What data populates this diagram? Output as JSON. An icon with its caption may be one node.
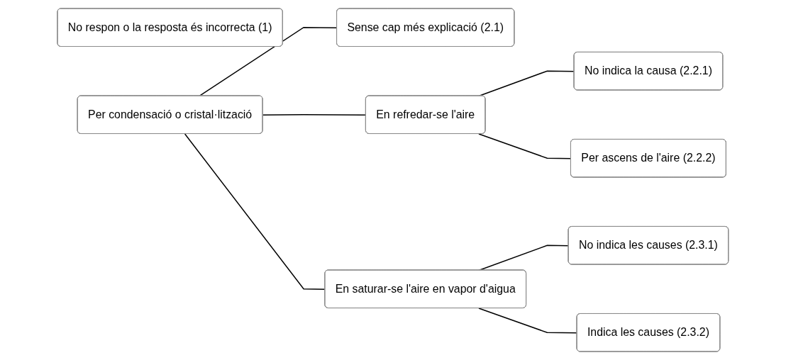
{
  "diagram": {
    "nodes": [
      {
        "text": [
          "No respon o la resposta és incorrecta (1)"
        ]
      },
      {
        "text": [
          "Per condensació o cristal·lització"
        ]
      },
      {
        "text": [
          "Sense cap més explicació (2.1)"
        ]
      },
      {
        "text": [
          "En refredar-se l'aire"
        ]
      },
      {
        "text": [
          "No indica la causa (2.2.1)"
        ]
      },
      {
        "text": [
          "Per ascens de l'aire (2.2.2)"
        ]
      },
      {
        "text": [
          "En saturar-se l'aire en vapor d'aigua"
        ]
      },
      {
        "text": [
          "No indica les causes (2.3.1)"
        ]
      },
      {
        "text": [
          "Indica les causes (2.3.2)"
        ]
      }
    ],
    "edges": [
      {
        "from": 1,
        "to": 2,
        "arrow": "none"
      },
      {
        "from": 1,
        "to": 3,
        "arrow": "none"
      },
      {
        "from": 1,
        "to": 6,
        "arrow": "none"
      },
      {
        "from": 3,
        "to": 4,
        "arrow": "none"
      },
      {
        "from": 3,
        "to": 5,
        "arrow": "none"
      },
      {
        "from": 6,
        "to": 7,
        "arrow": "none"
      },
      {
        "from": 6,
        "to": 8,
        "arrow": "none"
      }
    ]
  }
}
